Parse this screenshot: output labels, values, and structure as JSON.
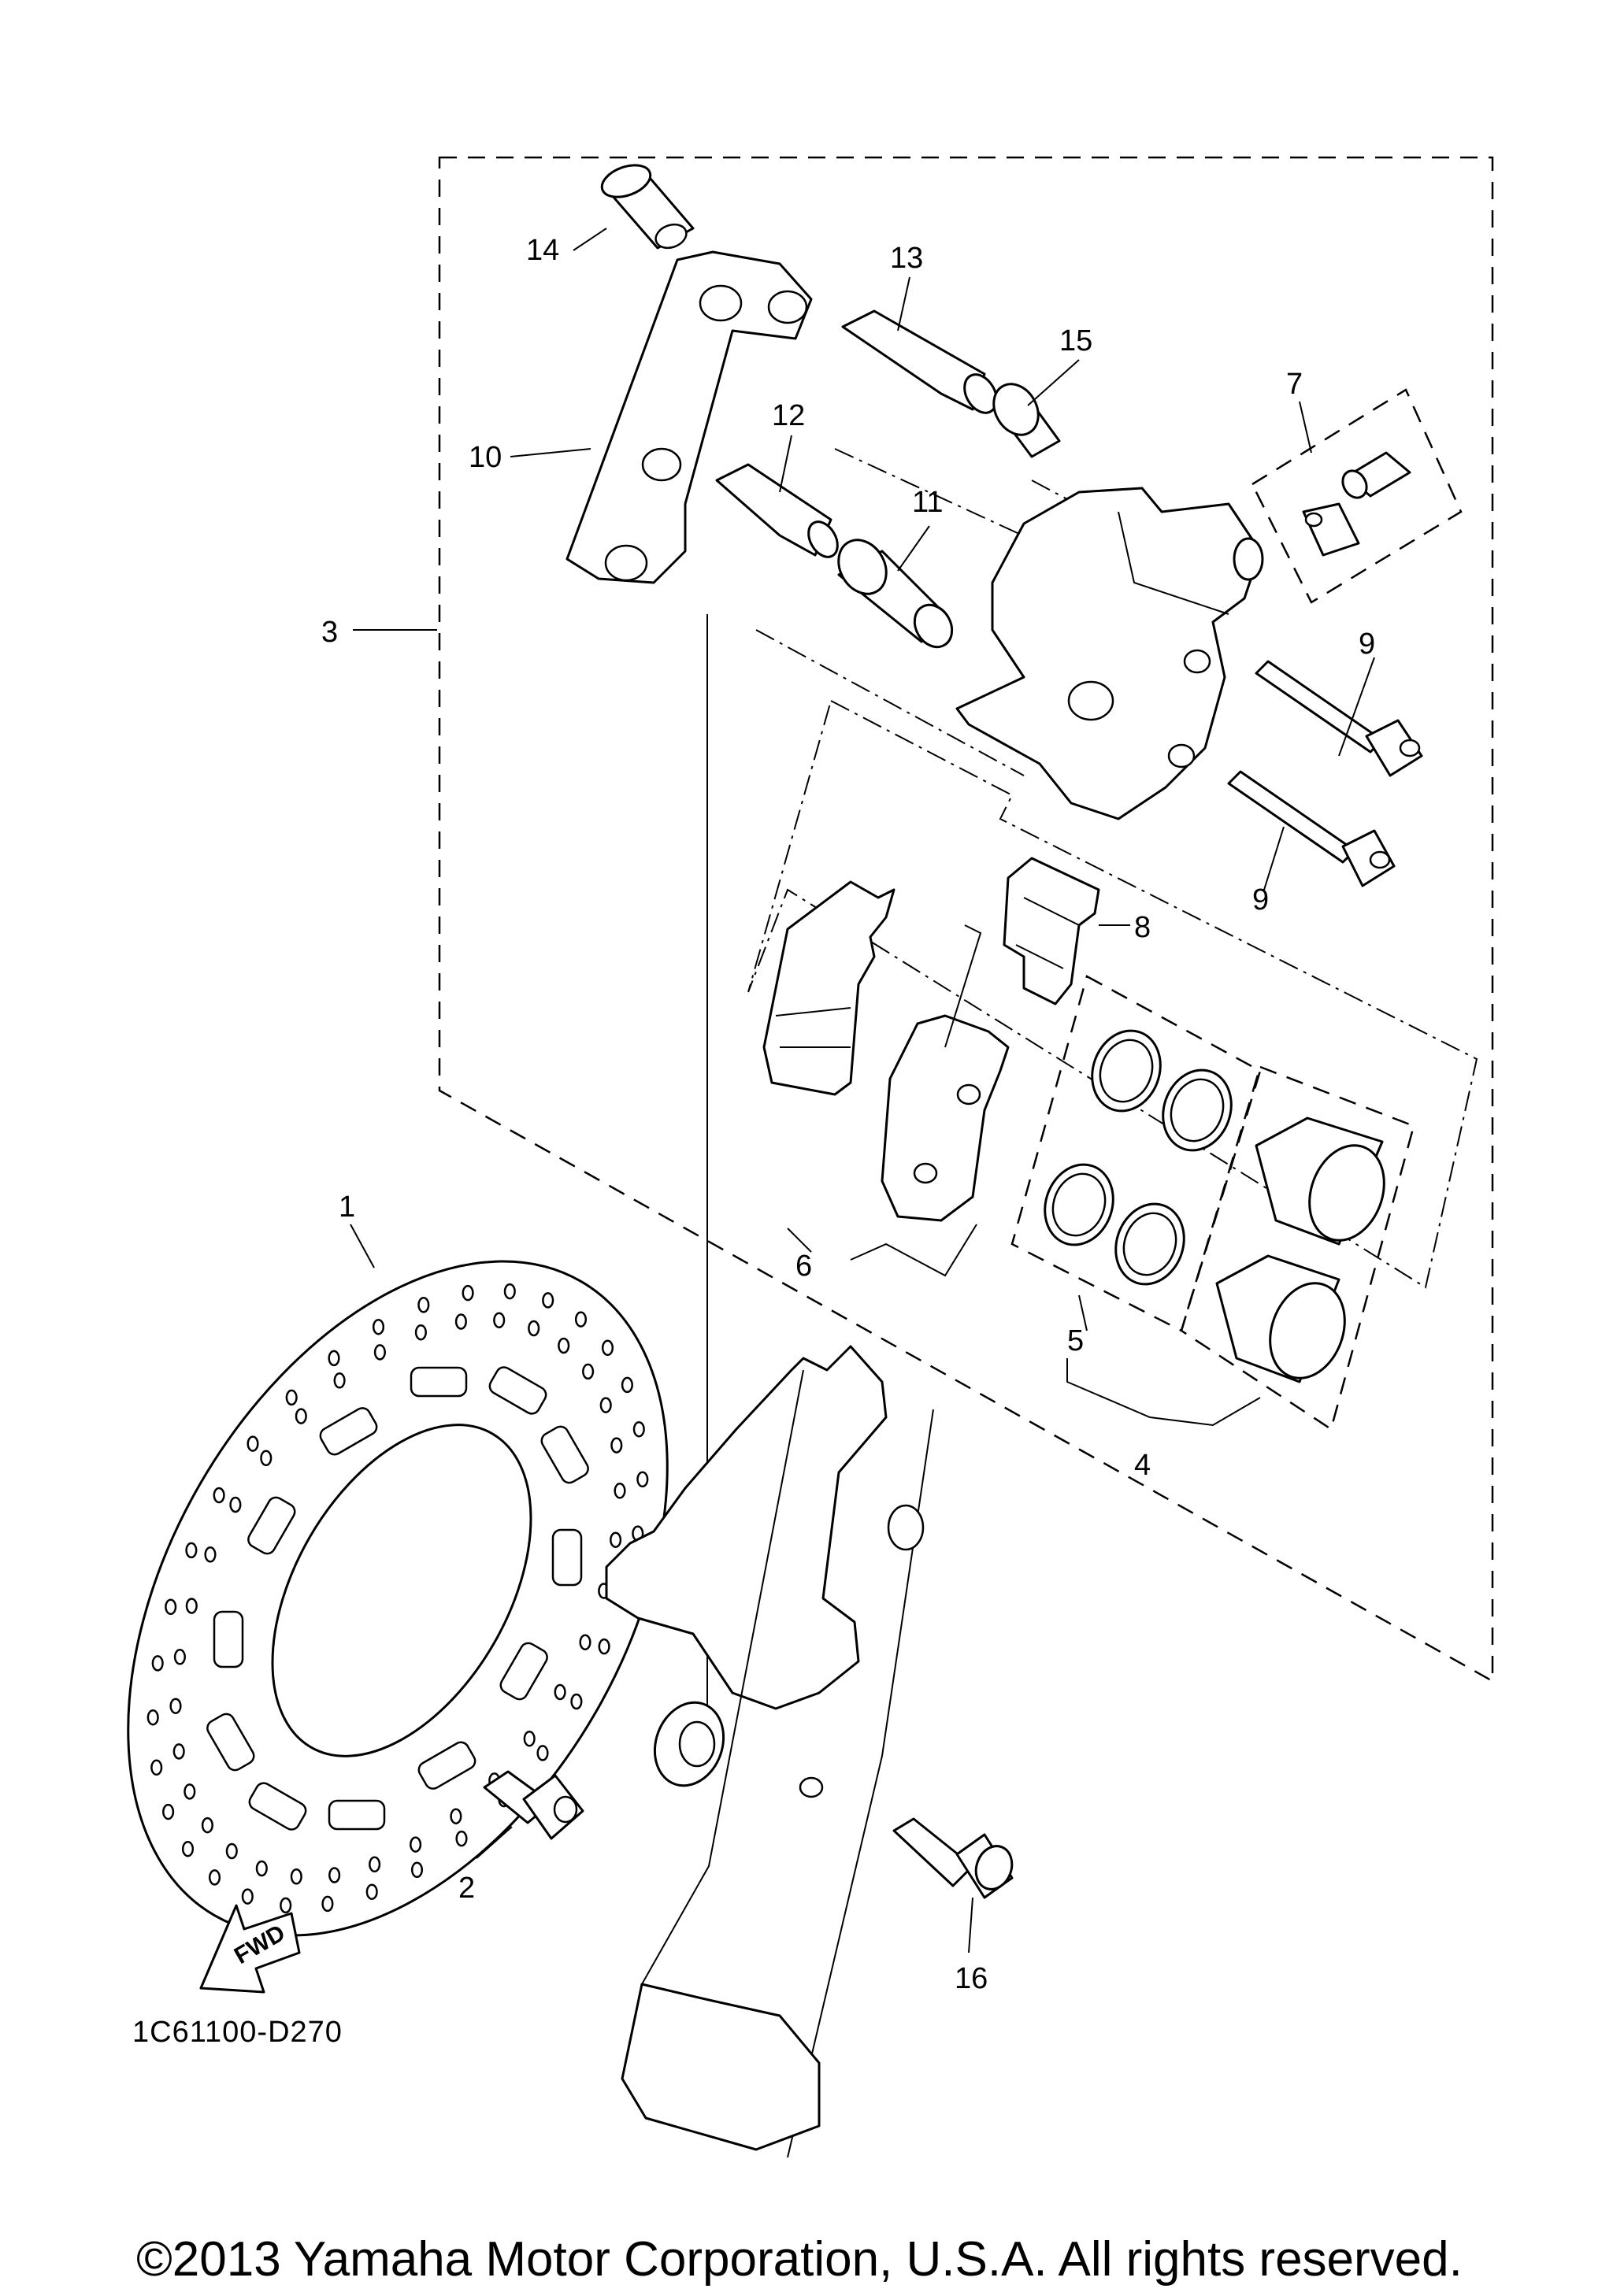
{
  "drawing_code": "1C61100-D270",
  "copyright": "©2013 Yamaha Motor Corporation, U.S.A. All rights reserved.",
  "fwd_label": "FWD",
  "callouts": [
    {
      "id": "1",
      "label": "1"
    },
    {
      "id": "2",
      "label": "2"
    },
    {
      "id": "3",
      "label": "3"
    },
    {
      "id": "4",
      "label": "4"
    },
    {
      "id": "5",
      "label": "5"
    },
    {
      "id": "6",
      "label": "6"
    },
    {
      "id": "7",
      "label": "7"
    },
    {
      "id": "8",
      "label": "8"
    },
    {
      "id": "9a",
      "label": "9"
    },
    {
      "id": "9b",
      "label": "9"
    },
    {
      "id": "10",
      "label": "10"
    },
    {
      "id": "11",
      "label": "11"
    },
    {
      "id": "12",
      "label": "12"
    },
    {
      "id": "13",
      "label": "13"
    },
    {
      "id": "14",
      "label": "14"
    },
    {
      "id": "15",
      "label": "15"
    },
    {
      "id": "16",
      "label": "16"
    }
  ]
}
